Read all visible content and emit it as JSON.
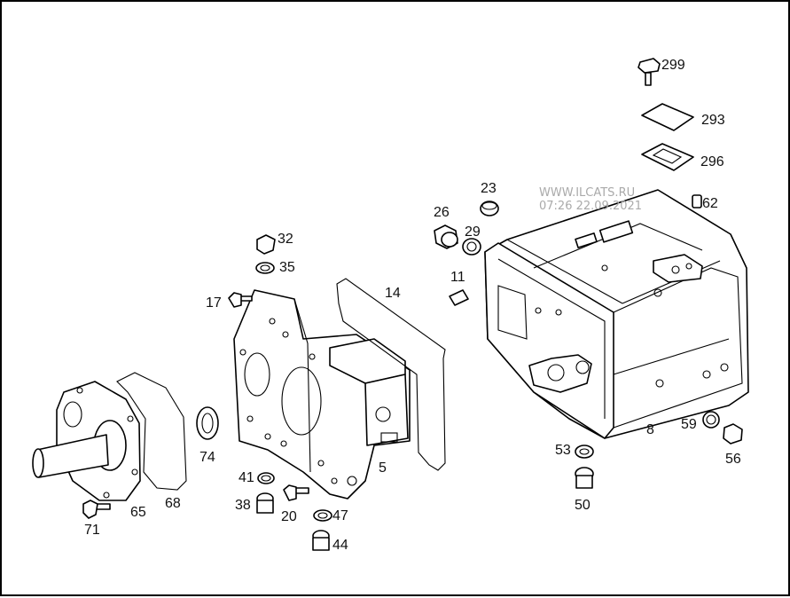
{
  "watermark": {
    "line1": "WWW.ILCATS.RU",
    "line2": "07:26 22.09.2021"
  },
  "labels": {
    "p299": "299",
    "p293": "293",
    "p296": "296",
    "p23": "23",
    "p62": "62",
    "p26": "26",
    "p29": "29",
    "p32": "32",
    "p35": "35",
    "p11": "11",
    "p14": "14",
    "p17": "17",
    "p8": "8",
    "p59": "59",
    "p56": "56",
    "p53": "53",
    "p50": "50",
    "p74": "74",
    "p5": "5",
    "p41": "41",
    "p38": "38",
    "p20": "20",
    "p47": "47",
    "p44": "44",
    "p65": "65",
    "p68": "68",
    "p71": "71"
  },
  "colors": {
    "line": "#000000",
    "background": "#ffffff",
    "watermark": "#aaaaaa"
  }
}
